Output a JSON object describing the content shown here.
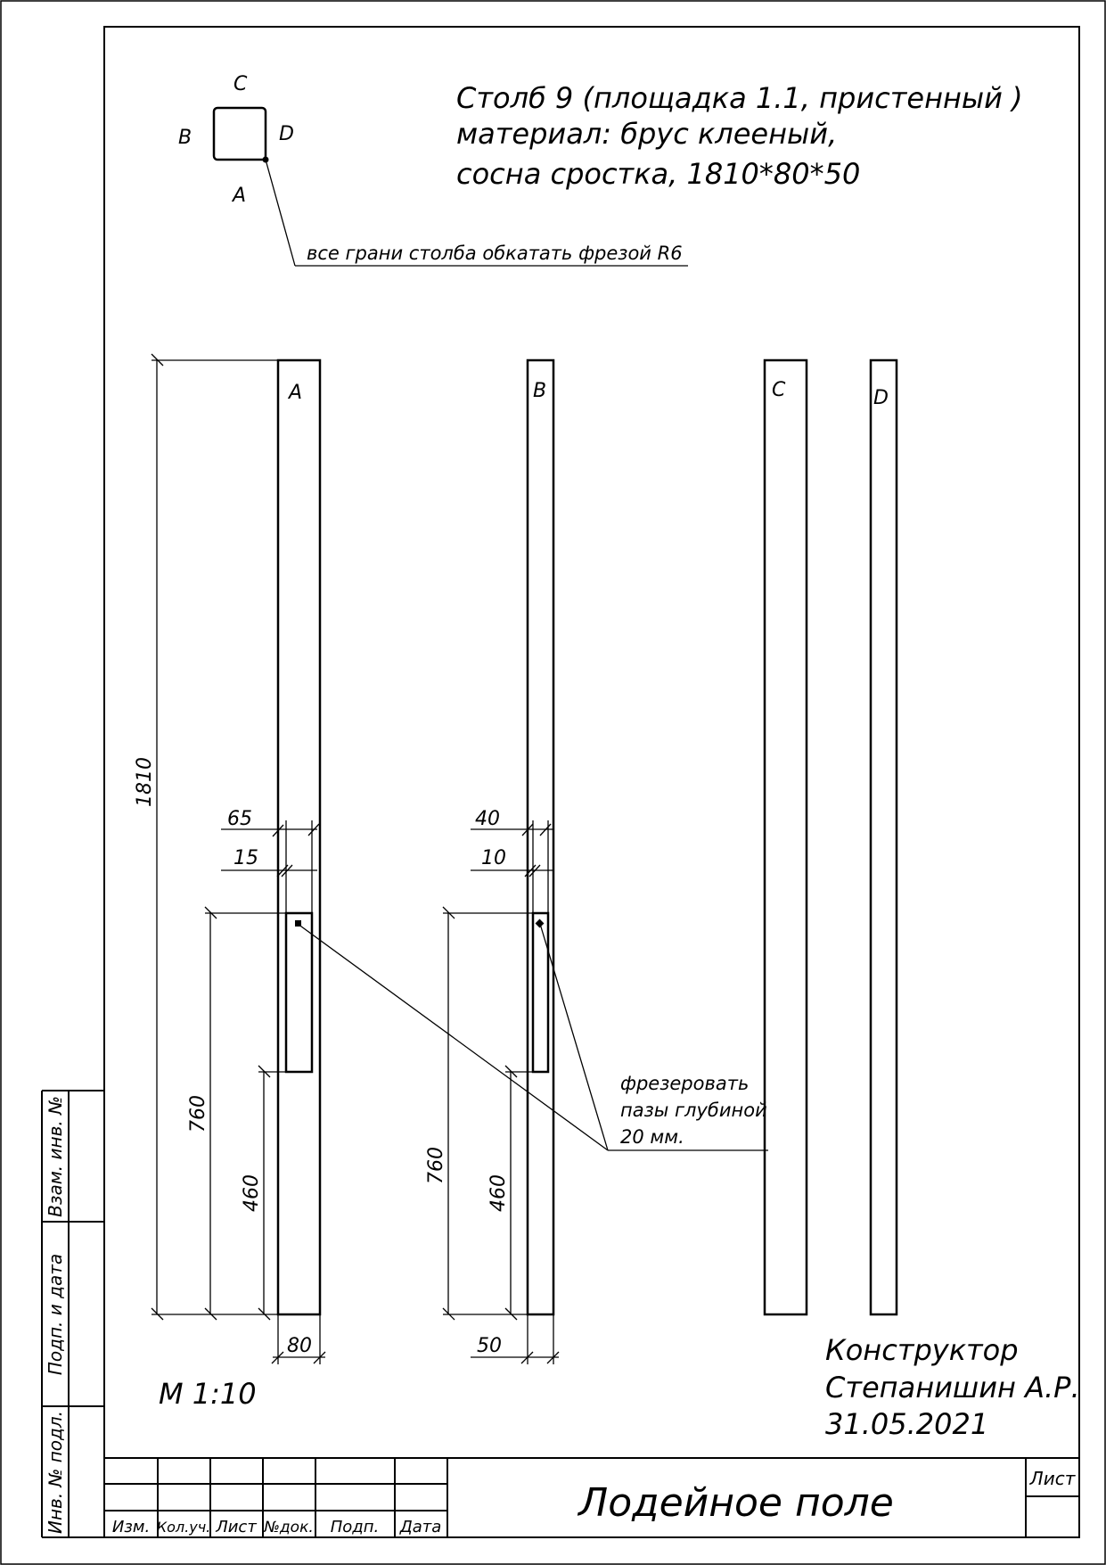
{
  "section": {
    "faces": {
      "a": "A",
      "b": "B",
      "c": "C",
      "d": "D"
    }
  },
  "title_block": {
    "line1": "Столб 9 (площадка 1.1, пристенный )",
    "line2": "материал: брус клееный,",
    "line3": "сосна сростка,  1810*80*50"
  },
  "notes": {
    "edges": "все грани столба обкатать фрезой R6",
    "grooves_line1": "фрезеровать",
    "grooves_line2": "пазы глубиной",
    "grooves_line3": "20 мм."
  },
  "views": {
    "a_label": "A",
    "b_label": "B",
    "c_label": "C",
    "d_label": "D"
  },
  "dims": {
    "total_length": "1810",
    "a_groove_offset": "65",
    "a_groove_width": "15",
    "a_groove_top": "760",
    "a_groove_bottom": "460",
    "a_width": "80",
    "b_groove_offset": "40",
    "b_groove_width": "10",
    "b_groove_top": "760",
    "b_groove_bottom": "460",
    "b_width": "50"
  },
  "scale": "М 1:10",
  "author": {
    "role": "Конструктор",
    "name": "Степанишин А.Р.",
    "date": "31.05.2021"
  },
  "stamp": {
    "title": "Лодейное поле",
    "sheet_label": "Лист",
    "cols": [
      "Изм.",
      "Кол.уч.",
      "Лист",
      "№док.",
      "Подп.",
      "Дата"
    ]
  },
  "side_strip": [
    "Взам. инв. №",
    "Подп. и дата",
    "Инв. № подл."
  ]
}
